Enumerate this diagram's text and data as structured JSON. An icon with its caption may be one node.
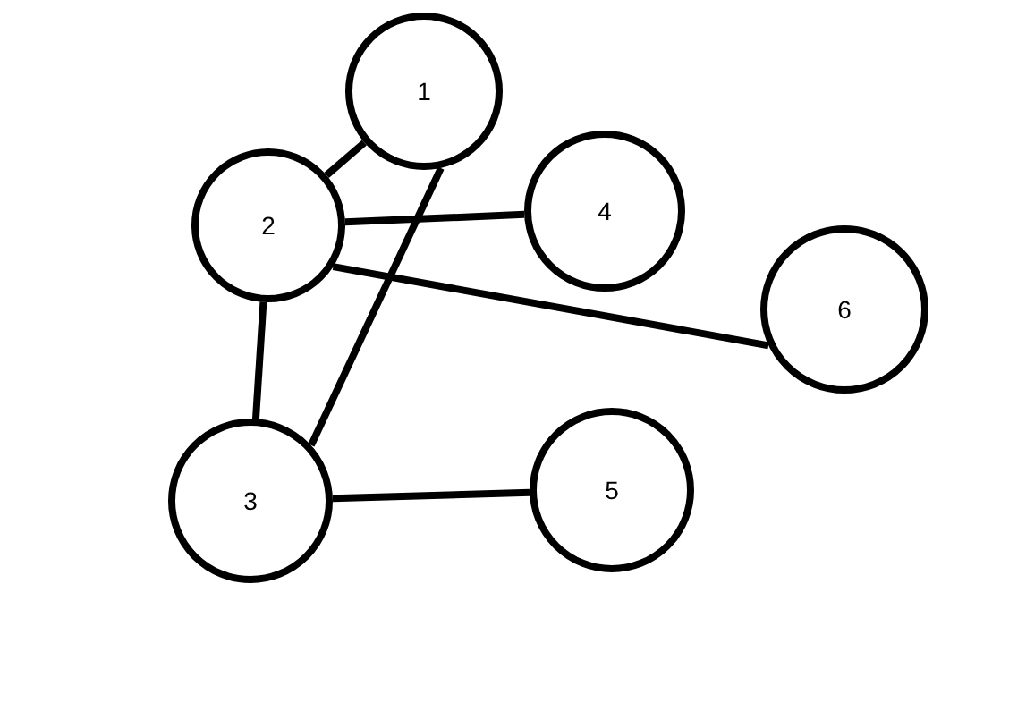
{
  "diagram": {
    "nodes": [
      {
        "text": [
          "1"
        ]
      },
      {
        "text": [
          "2"
        ]
      },
      {
        "text": [
          "4"
        ]
      },
      {
        "text": [
          "6"
        ]
      },
      {
        "text": [
          "3"
        ]
      },
      {
        "text": [
          "5"
        ]
      }
    ],
    "edges": [
      {
        "from": 1,
        "to": 0,
        "arrow": "none"
      },
      {
        "from": 1,
        "to": 2,
        "arrow": "none"
      },
      {
        "from": 1,
        "to": 3,
        "arrow": "none"
      },
      {
        "from": 1,
        "to": 4,
        "arrow": "none"
      },
      {
        "from": 0,
        "to": 4,
        "arrow": "none"
      },
      {
        "from": 4,
        "to": 5,
        "arrow": "none"
      }
    ]
  }
}
